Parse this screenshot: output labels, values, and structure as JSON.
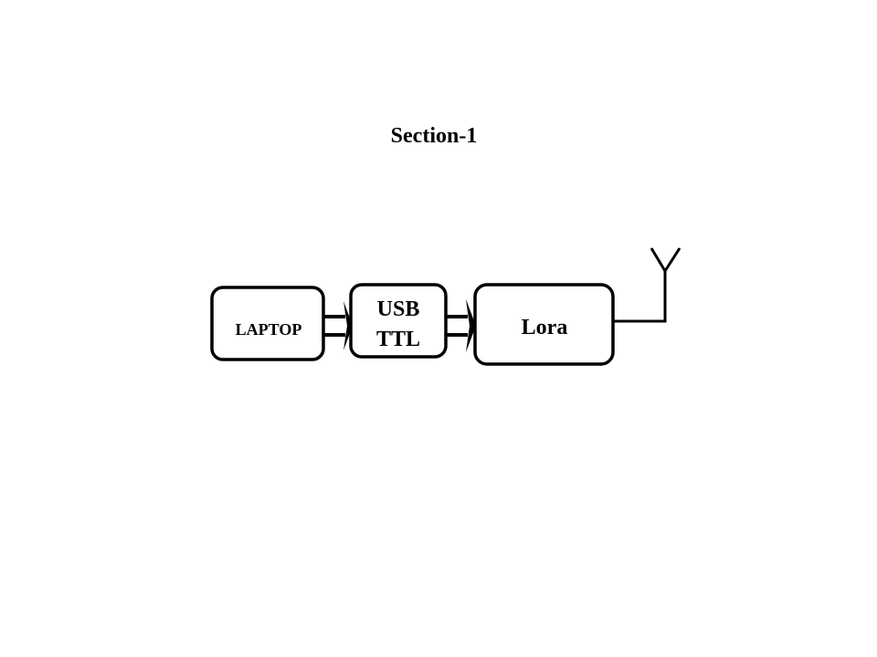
{
  "title": "Section-1",
  "blocks": {
    "laptop": {
      "label": "LAPTOP"
    },
    "usb_ttl": {
      "line1": "USB",
      "line2": "TTL"
    },
    "lora": {
      "label": "Lora"
    }
  },
  "colors": {
    "stroke": "#000000",
    "background": "#ffffff"
  }
}
